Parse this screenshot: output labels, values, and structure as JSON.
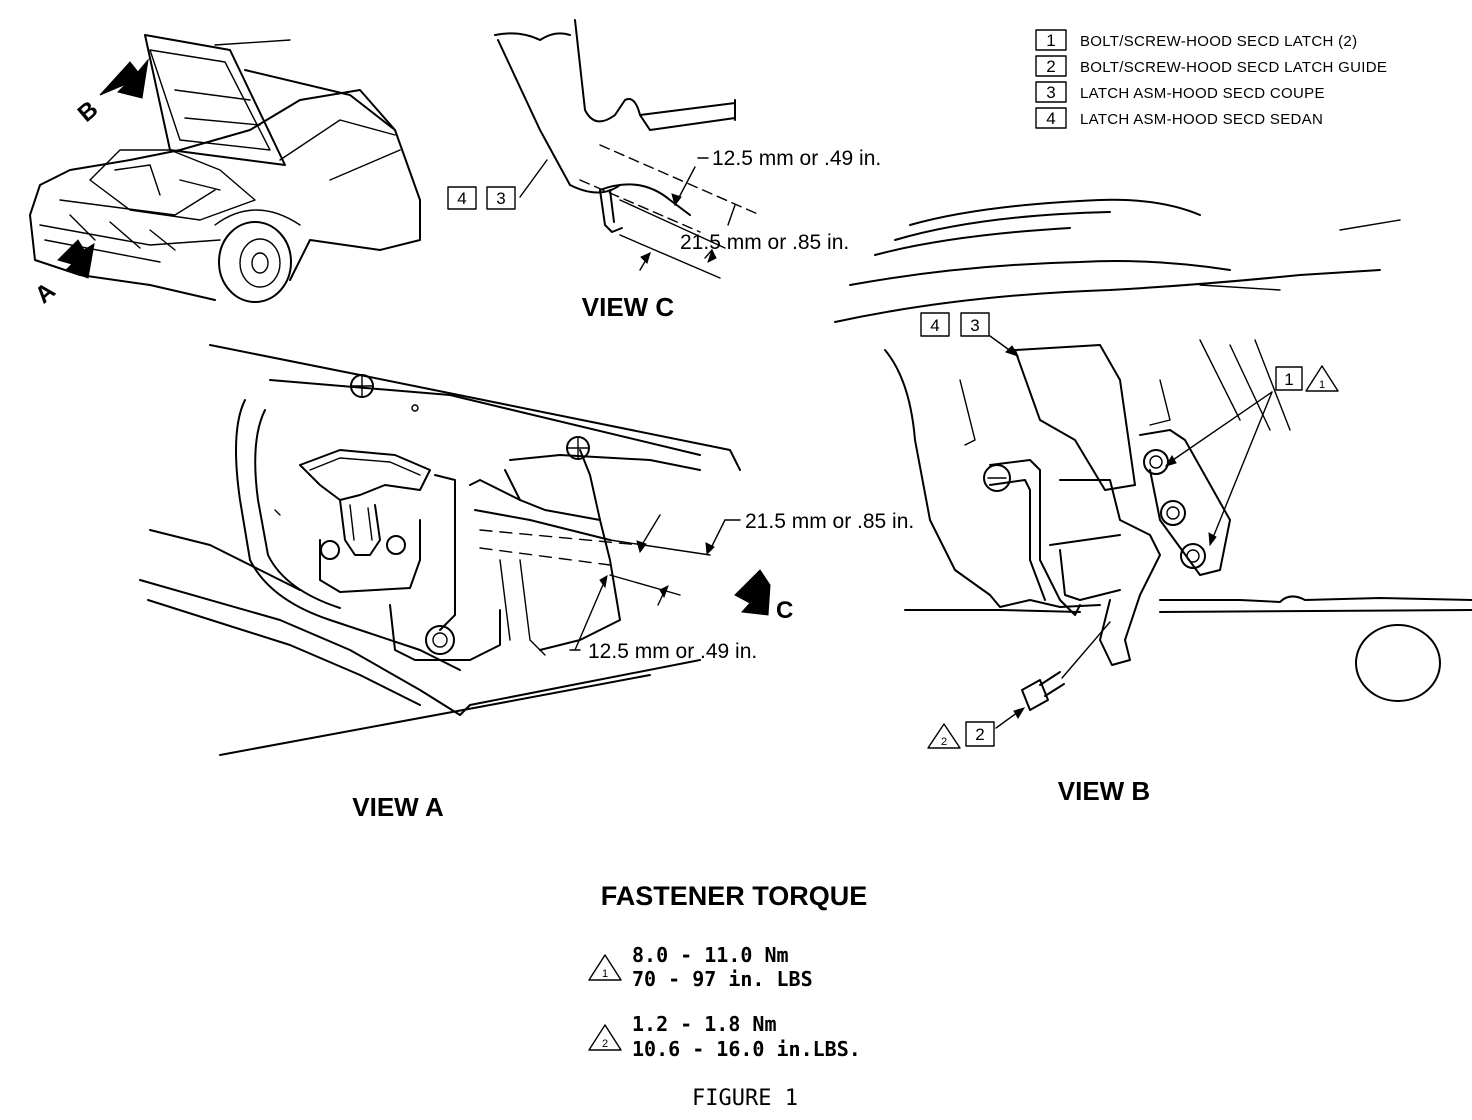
{
  "legend": [
    {
      "num": "1",
      "text": "BOLT/SCREW-HOOD SECD LATCH (2)"
    },
    {
      "num": "2",
      "text": "BOLT/SCREW-HOOD SECD LATCH GUIDE"
    },
    {
      "num": "3",
      "text": "LATCH ASM-HOOD SECD COUPE"
    },
    {
      "num": "4",
      "text": "LATCH ASM-HOOD SECD SEDAN"
    }
  ],
  "views": {
    "a": "VIEW A",
    "b": "VIEW B",
    "c": "VIEW C"
  },
  "arrows": {
    "a": "A",
    "b": "B",
    "c": "C"
  },
  "dimensions": {
    "short": "12.5 mm or .49 in.",
    "long": "21.5 mm or .85 in."
  },
  "callouts": {
    "n1": "1",
    "n2": "2",
    "n3": "3",
    "n4": "4",
    "tri1": "1",
    "tri2": "2"
  },
  "torque": {
    "heading": "FASTENER TORQUE",
    "spec1": {
      "tri": "1",
      "metric": "8.0 - 11.0 Nm",
      "imperial": "70 - 97 in. LBS"
    },
    "spec2": {
      "tri": "2",
      "metric": "1.2 - 1.8 Nm",
      "imperial": "10.6 - 16.0 in.LBS."
    }
  },
  "figure_label": "FIGURE 1"
}
